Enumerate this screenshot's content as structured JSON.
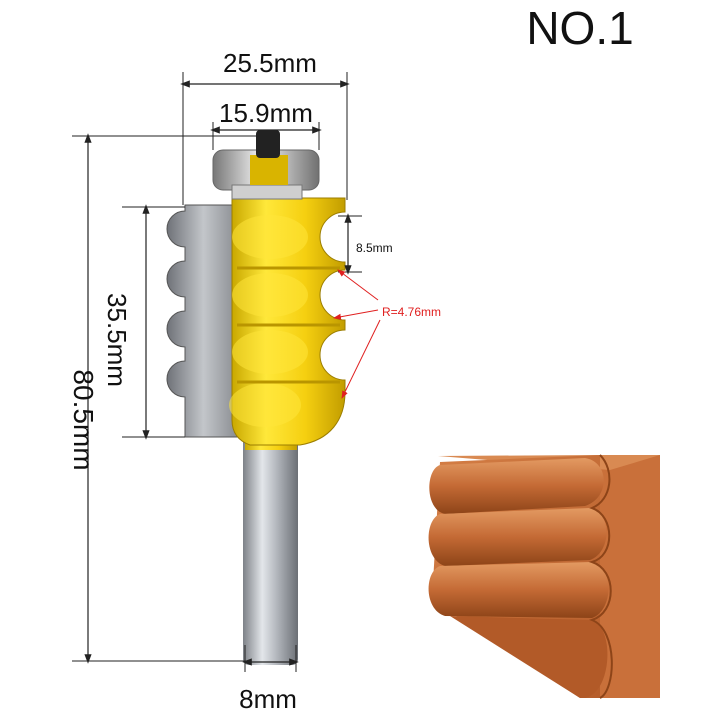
{
  "product": {
    "model": "NO.1"
  },
  "dimensions": {
    "overall_width": "25.5mm",
    "bearing_diameter": "15.9mm",
    "cutting_height": "35.5mm",
    "total_length": "80.5mm",
    "shank_diameter": "8mm",
    "bead_pitch": "8.5mm",
    "bead_radius": "R=4.76mm"
  },
  "colors": {
    "cutter_body": "#f5d316",
    "carbide": "#9a9a9a",
    "shank": "#b8bcc2",
    "wood": "#c9703a",
    "annotation_red": "#e02020",
    "dimension_line": "#222222"
  }
}
